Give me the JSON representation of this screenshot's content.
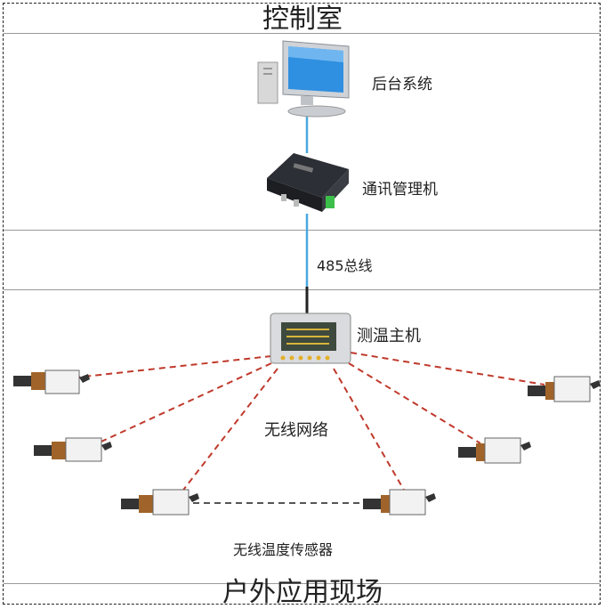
{
  "sections": {
    "control_room": "控制室",
    "field": "户外应用现场"
  },
  "labels": {
    "backend": "后台系统",
    "comm_manager": "通讯管理机",
    "bus": "485总线",
    "host": "测温主机",
    "wireless_network": "无线网络",
    "sensors": "无线温度传感器"
  },
  "colors": {
    "fiber_link": "#4aa8e0",
    "wireless_link": "#c0392b",
    "sensor_link": "#555555"
  },
  "icons": {
    "backend": "desktop-computer-icon",
    "comm_manager": "communication-gateway-icon",
    "host": "temperature-host-icon",
    "sensor": "wireless-sensor-icon"
  }
}
